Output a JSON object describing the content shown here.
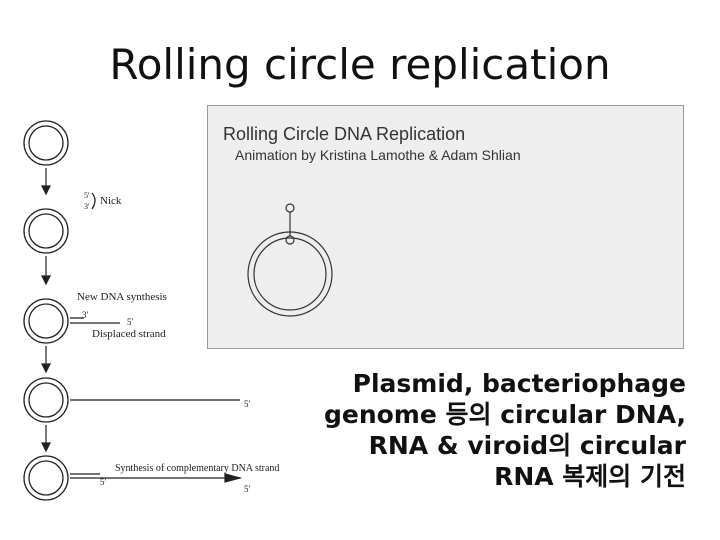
{
  "slide": {
    "title": "Rolling circle replication"
  },
  "left_diagram": {
    "nick_label": "Nick",
    "nick_ends": [
      "5'",
      "3'"
    ],
    "new_synthesis_label": "New DNA synthesis",
    "displaced_label": "Displaced strand",
    "complementary_label": "Synthesis of complementary DNA strand",
    "end_3": "3'",
    "end_5": "5'"
  },
  "animation": {
    "title": "Rolling Circle DNA Replication",
    "credit": "Animation by Kristina Lamothe & Adam Shlian"
  },
  "caption": {
    "line1": "Plasmid, bacteriophage",
    "line2": "genome 등의 circular DNA,",
    "line3": "RNA & viroid의 circular",
    "line4": "RNA 복제의 기전"
  }
}
